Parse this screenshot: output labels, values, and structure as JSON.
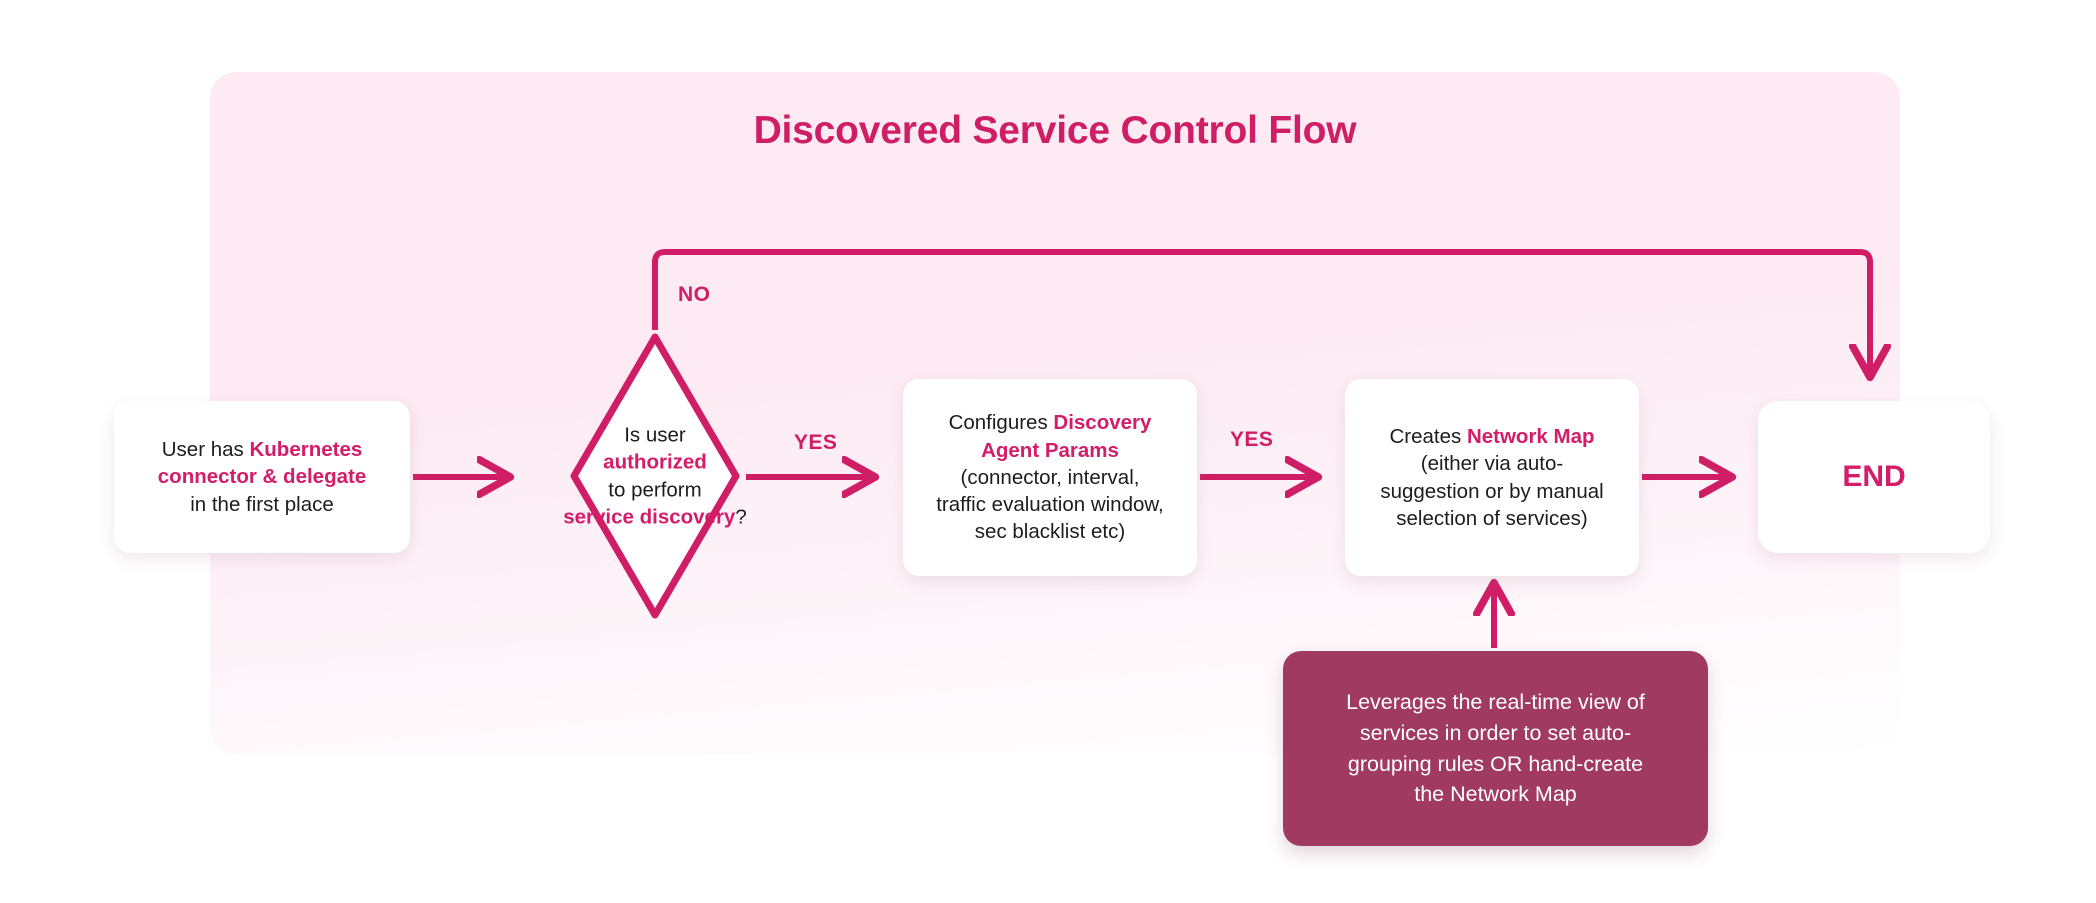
{
  "diagram": {
    "title": "Discovered Service Control Flow",
    "colors": {
      "accent": "#d41c6a",
      "title": "#cf1e65",
      "panel_bg": "#fdeaf3",
      "note_bg": "#a03a5f",
      "node_bg": "#ffffff",
      "text": "#1d1d1d",
      "note_text": "#ffffff"
    },
    "nodes": {
      "start": {
        "shape": "rounded-rect",
        "lines": [
          [
            {
              "t": "User has ",
              "hl": false
            },
            {
              "t": "Kubernetes",
              "hl": true
            }
          ],
          [
            {
              "t": "connector & delegate",
              "hl": true
            }
          ],
          [
            {
              "t": "in the first place",
              "hl": false
            }
          ]
        ]
      },
      "decision": {
        "shape": "diamond",
        "lines": [
          [
            {
              "t": "Is user",
              "hl": false
            }
          ],
          [
            {
              "t": "authorized",
              "hl": true
            }
          ],
          [
            {
              "t": "to perform",
              "hl": false
            }
          ],
          [
            {
              "t": "service discovery",
              "hl": true
            },
            {
              "t": "?",
              "hl": false
            }
          ]
        ]
      },
      "params": {
        "shape": "rounded-rect",
        "lines": [
          [
            {
              "t": "Configures ",
              "hl": false
            },
            {
              "t": "Discovery",
              "hl": true
            }
          ],
          [
            {
              "t": "Agent Params",
              "hl": true
            }
          ],
          [
            {
              "t": "(connector, interval,",
              "hl": false
            }
          ],
          [
            {
              "t": "traffic evaluation window,",
              "hl": false
            }
          ],
          [
            {
              "t": "sec blacklist etc)",
              "hl": false
            }
          ]
        ]
      },
      "map": {
        "shape": "rounded-rect",
        "lines": [
          [
            {
              "t": "Creates ",
              "hl": false
            },
            {
              "t": "Network Map",
              "hl": true
            }
          ],
          [
            {
              "t": "(either via auto-",
              "hl": false
            }
          ],
          [
            {
              "t": "suggestion or by manual",
              "hl": false
            }
          ],
          [
            {
              "t": "selection of services)",
              "hl": false
            }
          ]
        ]
      },
      "end": {
        "shape": "rounded-rect",
        "label": "END"
      },
      "note": {
        "shape": "rounded-rect-filled",
        "lines": [
          "Leverages the real-time view of",
          "services in order to set auto-",
          "grouping rules OR hand-create",
          "the Network Map"
        ]
      }
    },
    "edges": [
      {
        "id": "start-to-decision",
        "from": "start",
        "to": "decision",
        "label": ""
      },
      {
        "id": "decision-no-to-end",
        "from": "decision",
        "to": "end",
        "label": "NO"
      },
      {
        "id": "decision-yes-to-params",
        "from": "decision",
        "to": "params",
        "label": "YES"
      },
      {
        "id": "params-to-map",
        "from": "params",
        "to": "map",
        "label": "YES"
      },
      {
        "id": "map-to-end",
        "from": "map",
        "to": "end",
        "label": ""
      },
      {
        "id": "note-to-map",
        "from": "note",
        "to": "map",
        "label": ""
      }
    ],
    "labels": {
      "no": "NO",
      "yes_1": "YES",
      "yes_2": "YES"
    }
  }
}
